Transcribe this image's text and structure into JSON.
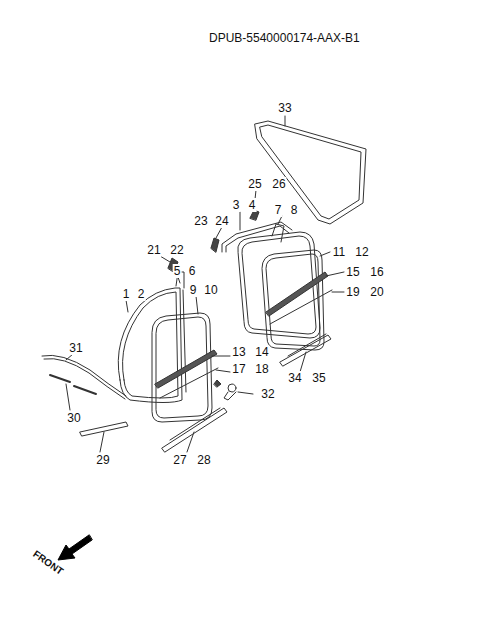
{
  "diagram": {
    "title": "DPUB-5540000174-AAX-B1",
    "labels": [
      "33",
      "25",
      "26",
      "3",
      "4",
      "7",
      "8",
      "23",
      "24",
      "11",
      "12",
      "21",
      "22",
      "5",
      "6",
      "15",
      "16",
      "1",
      "2",
      "9",
      "10",
      "19",
      "20",
      "31",
      "13",
      "14",
      "17",
      "18",
      "32",
      "34",
      "35",
      "30",
      "29",
      "27",
      "28",
      "FRONT"
    ]
  }
}
